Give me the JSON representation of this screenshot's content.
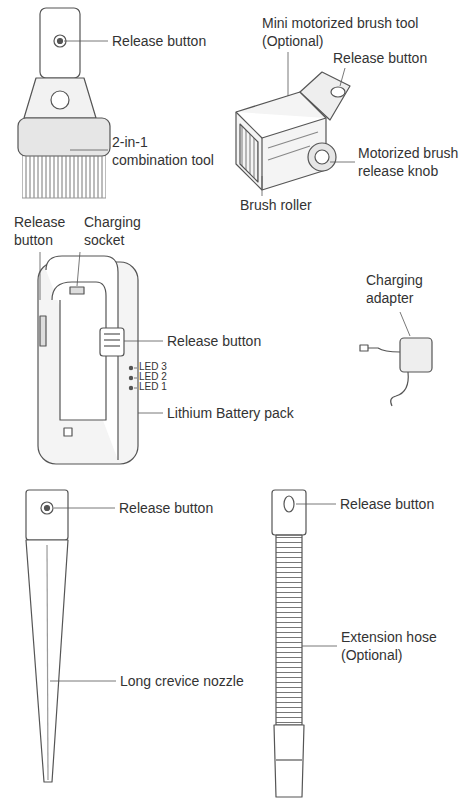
{
  "diagram": {
    "labels": [
      "Release button",
      "2-in-1 combination tool",
      "Mini motorized brush tool (Optional)",
      "Release button",
      "Motorized brush release knob",
      "Brush roller",
      "Release button",
      "Charging socket",
      "Release button",
      "LED 3",
      "LED 2",
      "LED 1",
      "Lithium Battery pack",
      "Charging adapter",
      "Release button",
      "Long crevice nozzle",
      "Release button",
      "Extension hose (Optional)"
    ]
  }
}
